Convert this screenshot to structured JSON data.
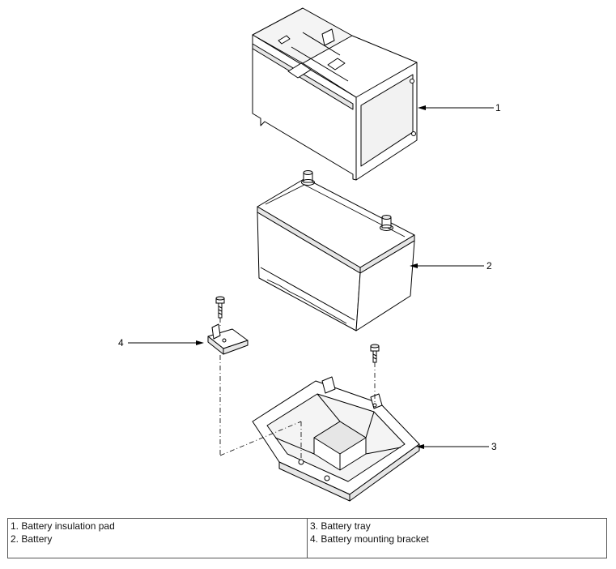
{
  "callouts": {
    "c1": "1",
    "c2": "2",
    "c3": "3",
    "c4": "4"
  },
  "legend": {
    "left": [
      "1. Battery insulation pad",
      "2. Battery"
    ],
    "right": [
      "3. Battery tray",
      "4. Battery mounting bracket"
    ]
  },
  "colors": {
    "line": "#000000",
    "shade": "#e6e6e6",
    "table_border": "#555555"
  }
}
